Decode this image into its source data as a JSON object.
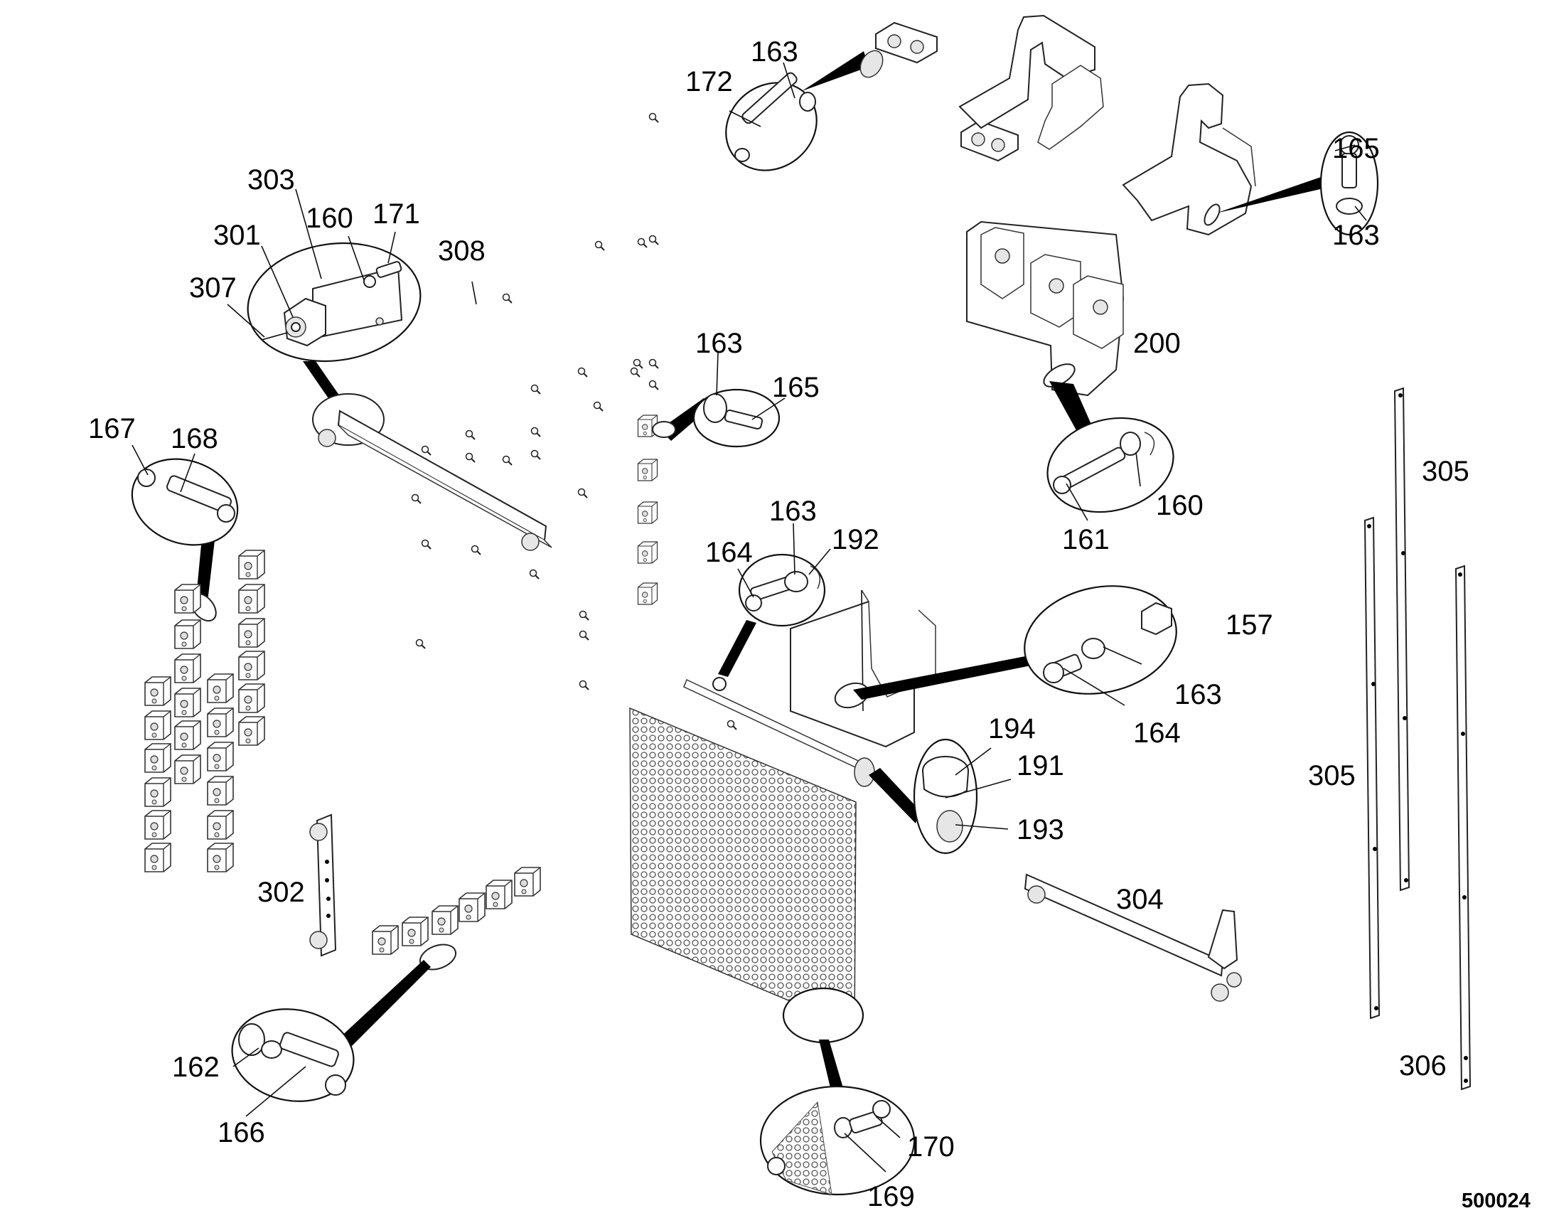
{
  "figure": {
    "reference_number": "500024"
  },
  "callouts": [
    {
      "id": "c172a",
      "text": "172"
    },
    {
      "id": "c163a",
      "text": "163"
    },
    {
      "id": "c165a",
      "text": "165"
    },
    {
      "id": "c163b",
      "text": "163"
    },
    {
      "id": "c303",
      "text": "303"
    },
    {
      "id": "c160a",
      "text": "160"
    },
    {
      "id": "c171",
      "text": "171"
    },
    {
      "id": "c301",
      "text": "301"
    },
    {
      "id": "c308",
      "text": "308"
    },
    {
      "id": "c307",
      "text": "307"
    },
    {
      "id": "c200",
      "text": "200"
    },
    {
      "id": "c163c",
      "text": "163"
    },
    {
      "id": "c165b",
      "text": "165"
    },
    {
      "id": "c167",
      "text": "167"
    },
    {
      "id": "c168",
      "text": "168"
    },
    {
      "id": "c161",
      "text": "161"
    },
    {
      "id": "c160b",
      "text": "160"
    },
    {
      "id": "c305a",
      "text": "305"
    },
    {
      "id": "c163d",
      "text": "163"
    },
    {
      "id": "c192",
      "text": "192"
    },
    {
      "id": "c164a",
      "text": "164"
    },
    {
      "id": "c157",
      "text": "157"
    },
    {
      "id": "c163e",
      "text": "163"
    },
    {
      "id": "c164b",
      "text": "164"
    },
    {
      "id": "c194",
      "text": "194"
    },
    {
      "id": "c191",
      "text": "191"
    },
    {
      "id": "c193",
      "text": "193"
    },
    {
      "id": "c305b",
      "text": "305"
    },
    {
      "id": "c302",
      "text": "302"
    },
    {
      "id": "c304",
      "text": "304"
    },
    {
      "id": "c162",
      "text": "162"
    },
    {
      "id": "c166",
      "text": "166"
    },
    {
      "id": "c306",
      "text": "306"
    },
    {
      "id": "c170",
      "text": "170"
    },
    {
      "id": "c169",
      "text": "169"
    }
  ]
}
